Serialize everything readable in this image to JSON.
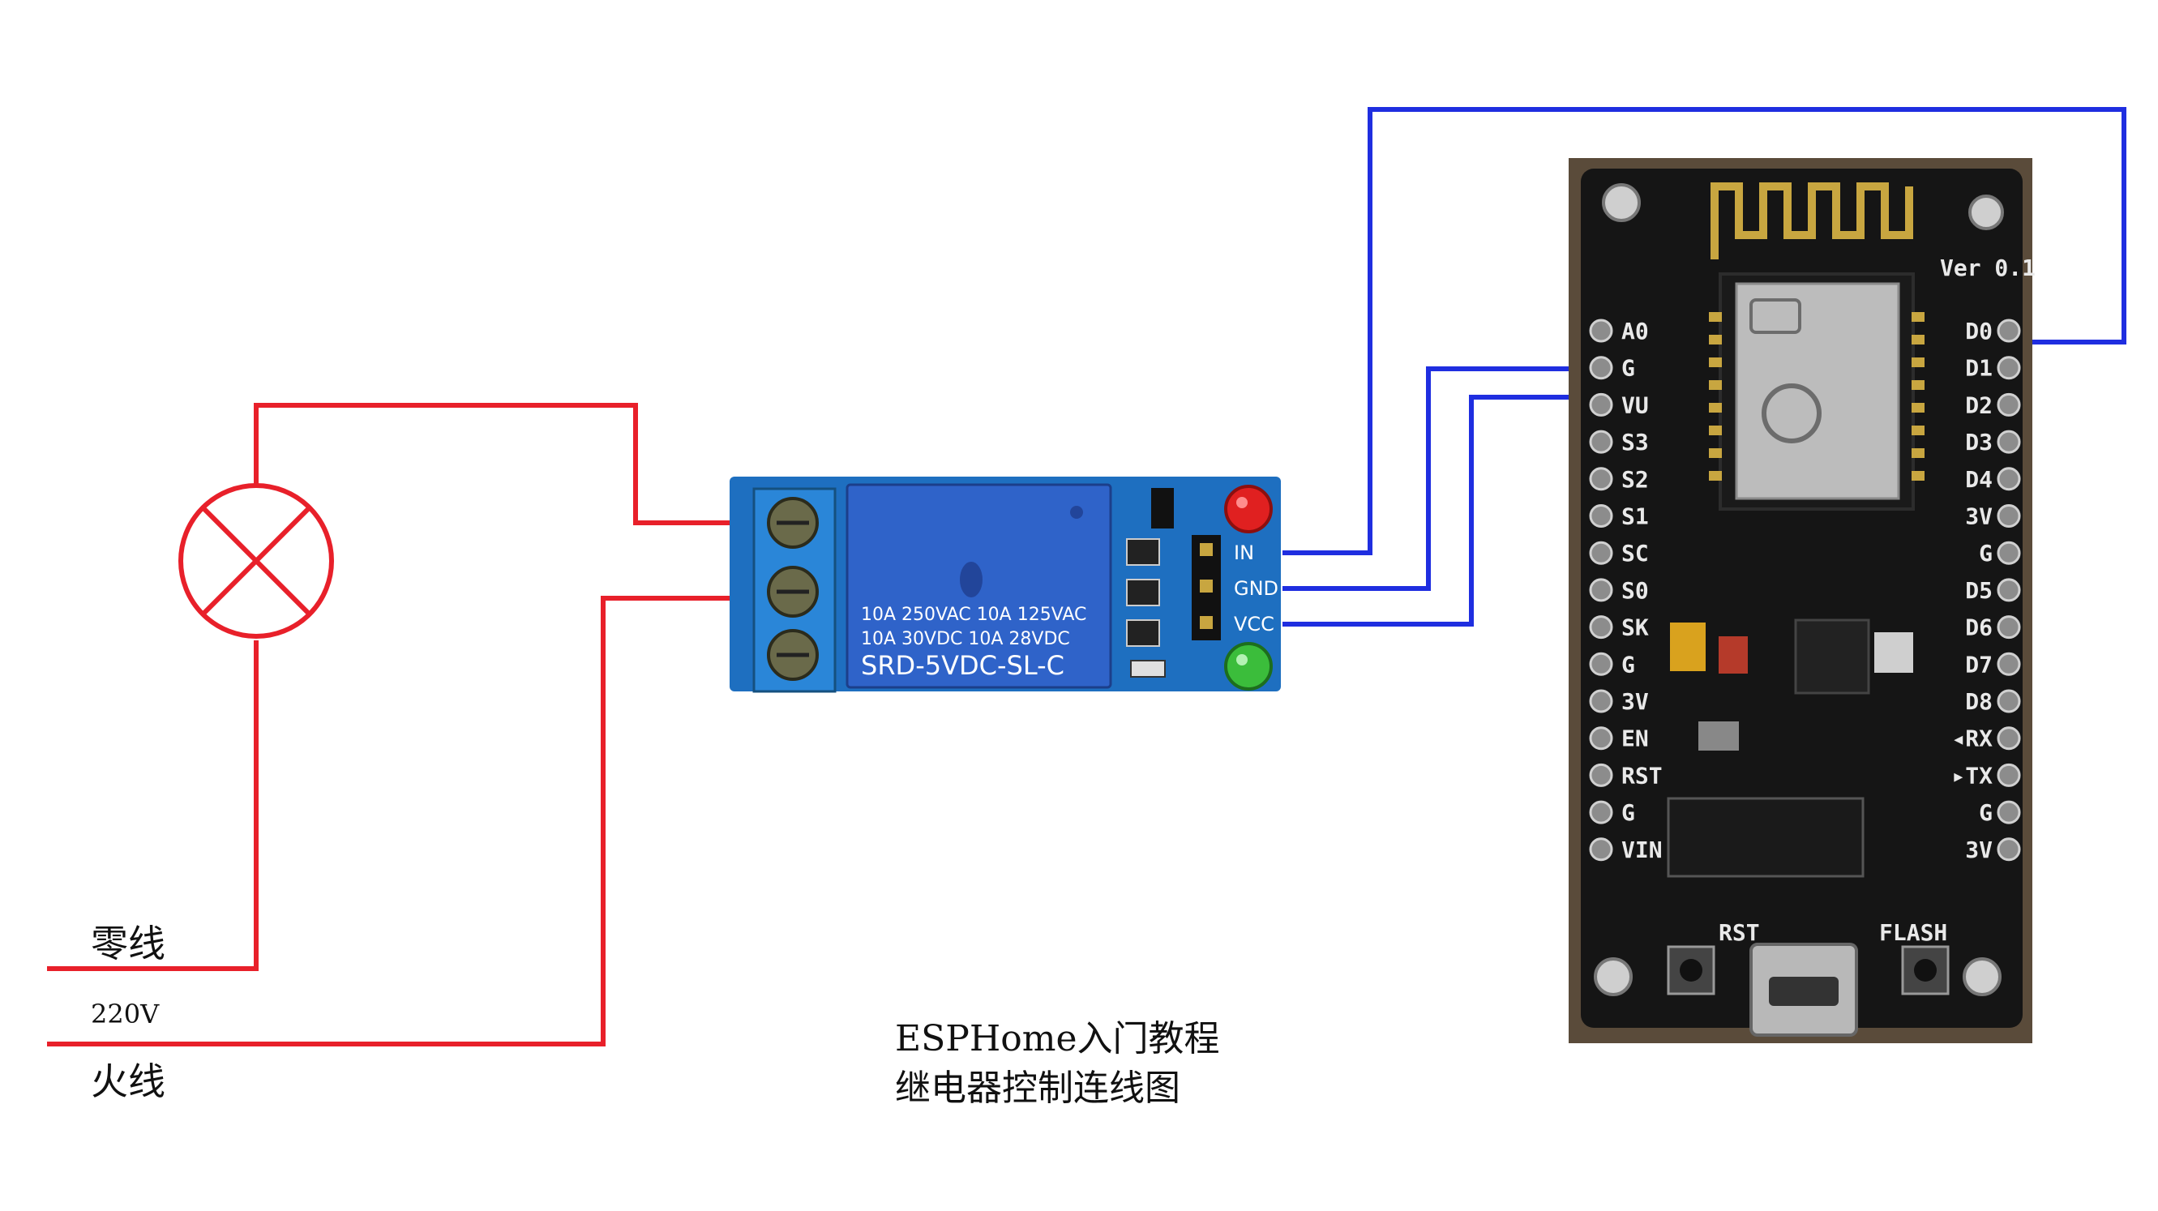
{
  "labels": {
    "neutral": "零线",
    "voltage": "220V",
    "live": "火线"
  },
  "caption": {
    "line1": "ESPHome入门教程",
    "line2": "继电器控制连线图"
  },
  "relay": {
    "spec_line1": "10A 250VAC  10A 125VAC",
    "spec_line2": "10A  30VDC  10A  28VDC",
    "model": "SRD-5VDC-SL-C",
    "pins": [
      "IN",
      "GND",
      "VCC"
    ]
  },
  "esp_board": {
    "version": "Ver 0.1",
    "left_pins": [
      "A0",
      "G",
      "VU",
      "S3",
      "S2",
      "S1",
      "SC",
      "S0",
      "SK",
      "G",
      "3V",
      "EN",
      "RST",
      "G",
      "VIN"
    ],
    "right_pins": [
      "D0",
      "D1",
      "D2",
      "D3",
      "D4",
      "3V",
      "G",
      "D5",
      "D6",
      "D7",
      "D8",
      "◂RX",
      "▸TX",
      "G",
      "3V"
    ],
    "button_left": "RST",
    "button_right": "FLASH"
  },
  "colors": {
    "ac_wire": "#e8202a",
    "dc_wire": "#1f2ee0",
    "relay_board": "#1e6fc0",
    "esp_board": "#151515"
  }
}
